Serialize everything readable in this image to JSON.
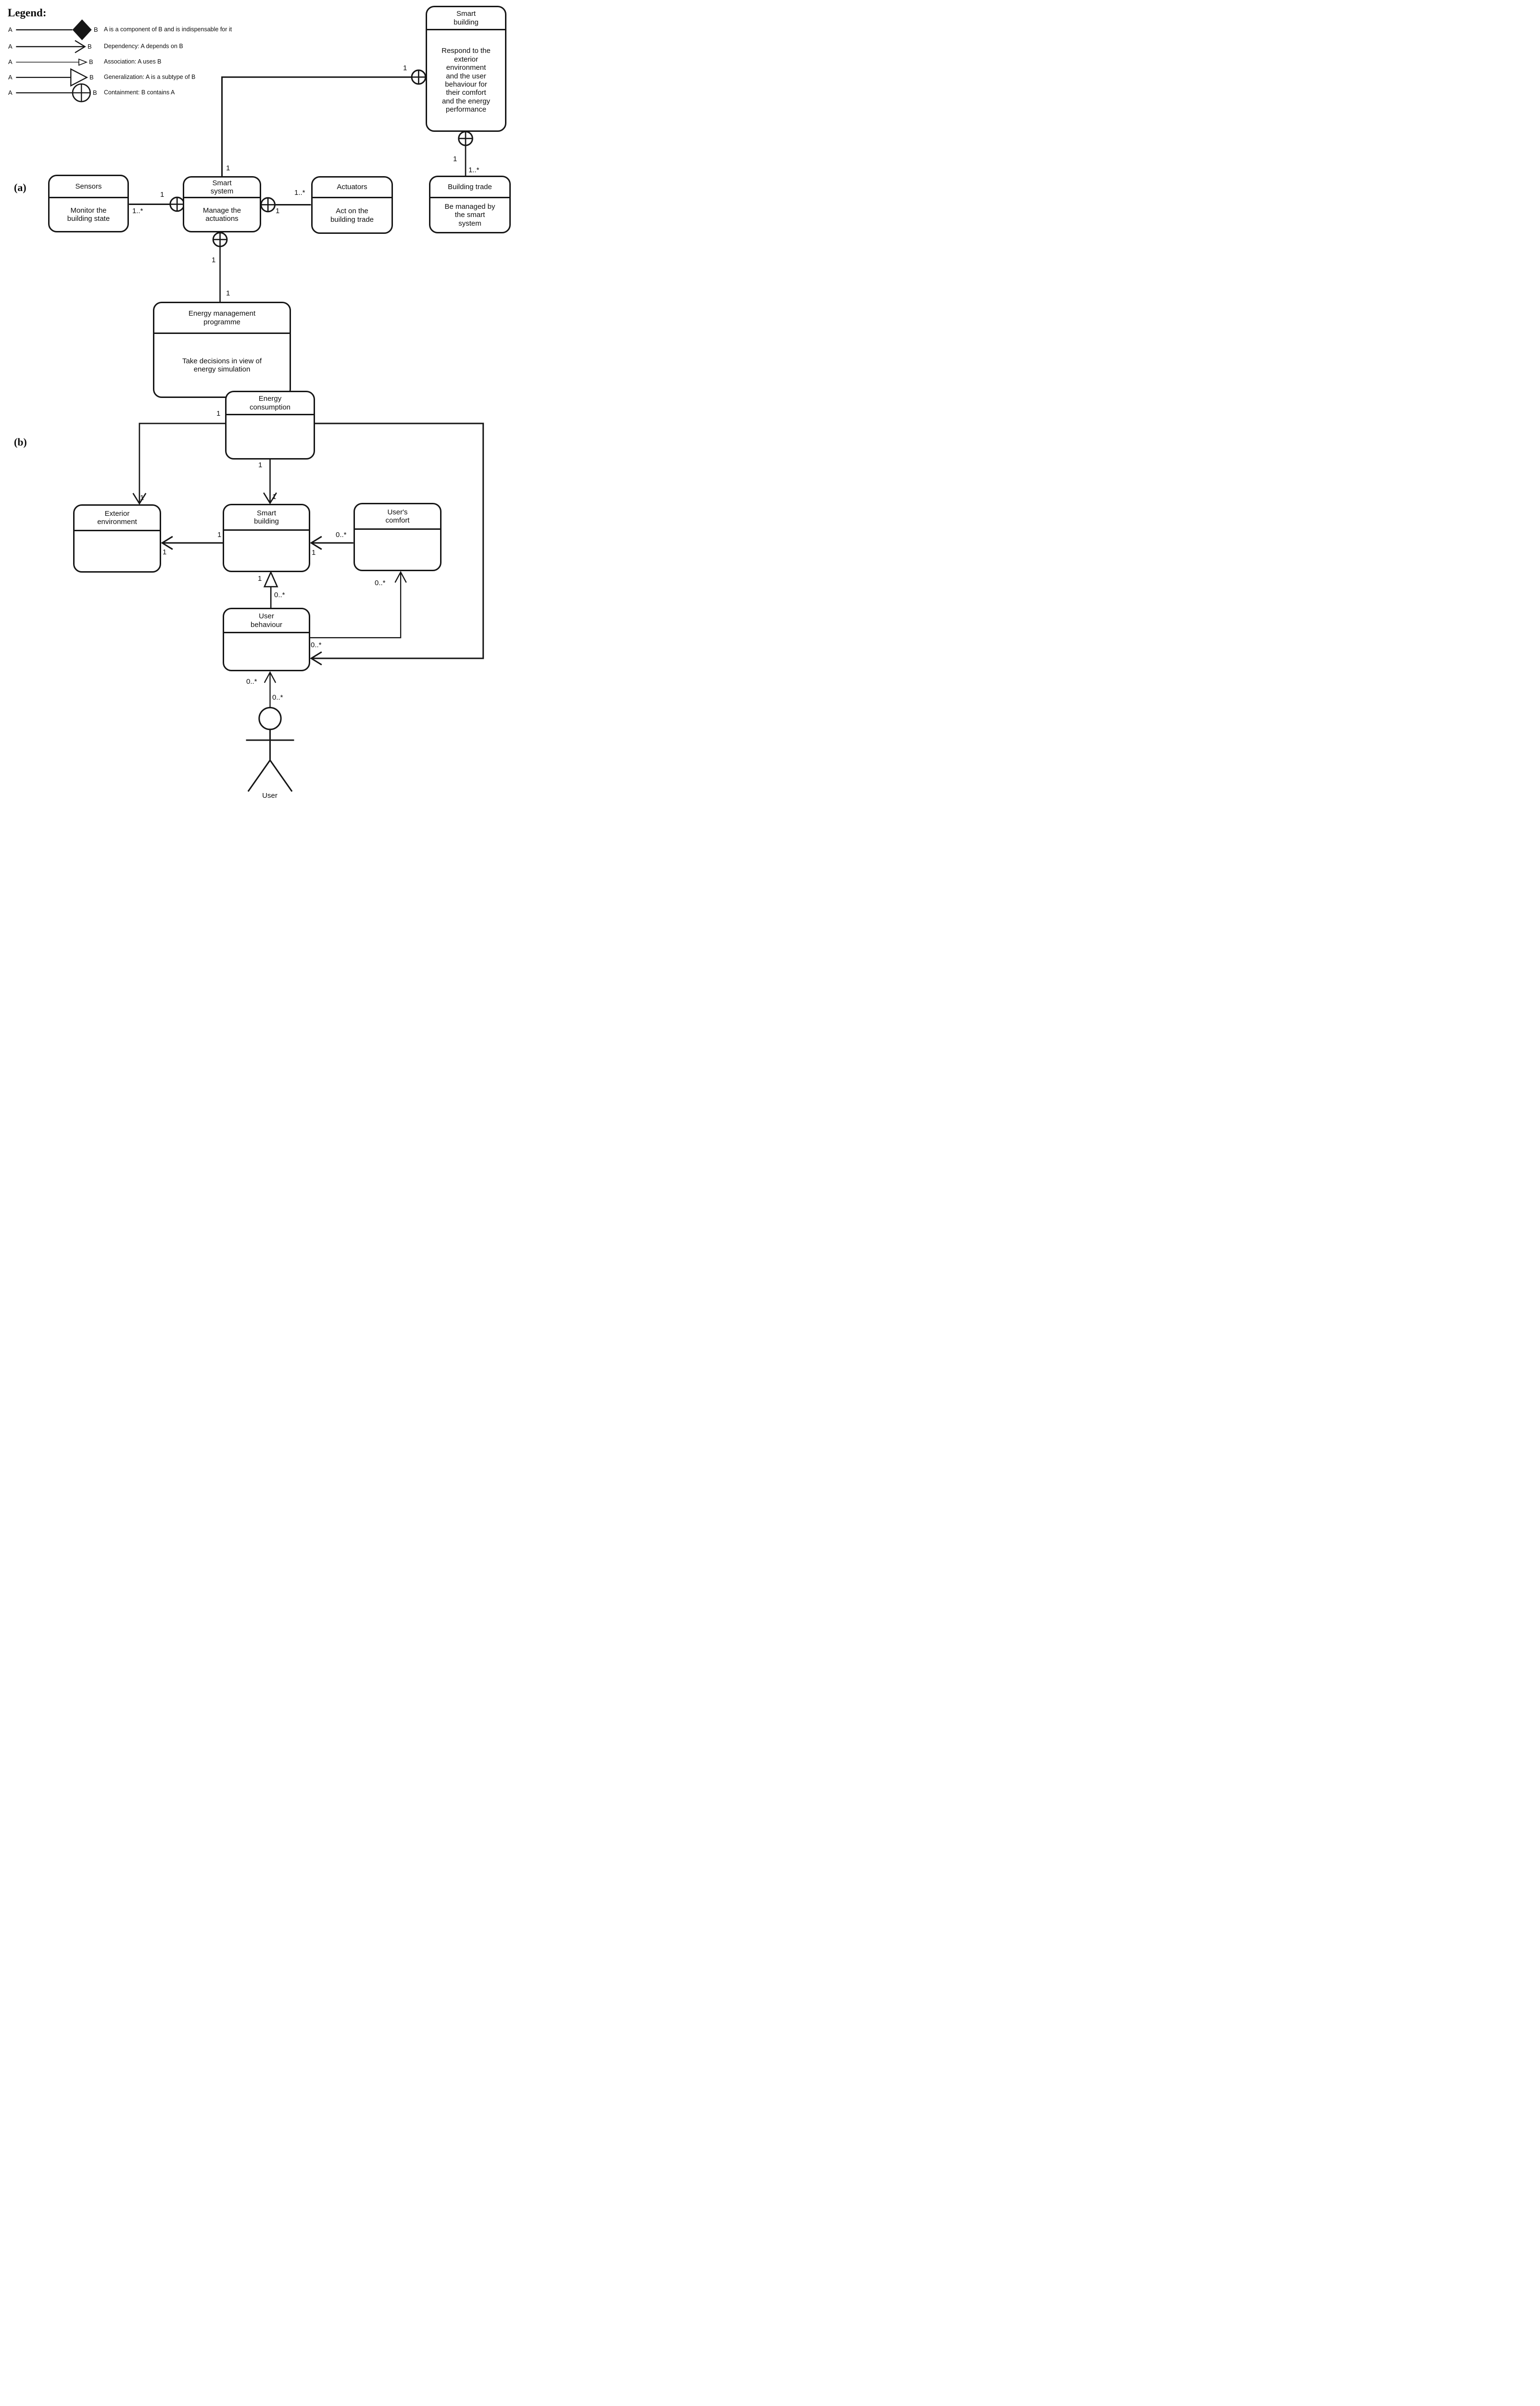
{
  "legend": {
    "title": "Legend:",
    "items": [
      {
        "from": "A",
        "to": "B",
        "symbol": "filled-diamond-icon",
        "description": "A is a component of B and is indispensable for it"
      },
      {
        "from": "A",
        "to": "B",
        "symbol": "open-arrow-icon",
        "description": "Dependency: A depends on B"
      },
      {
        "from": "A",
        "to": "B",
        "symbol": "small-triangle-icon",
        "description": "Association: A uses B"
      },
      {
        "from": "A",
        "to": "B",
        "symbol": "open-triangle-icon",
        "description": "Generalization: A is a subtype of B"
      },
      {
        "from": "A",
        "to": "B",
        "symbol": "circle-plus-icon",
        "description": "Containment: B contains A"
      }
    ]
  },
  "diagram_a": {
    "label": "(a)",
    "classes": {
      "smart_building": {
        "title": "Smart\nbuilding",
        "body": "Respond to the\nexterior\nenvironment\nand the user\nbehaviour for\ntheir comfort\nand the energy\nperformance"
      },
      "sensors": {
        "title": "Sensors",
        "body": "Monitor the\nbuilding state"
      },
      "smart_system": {
        "title": "Smart\nsystem",
        "body": "Manage the\nactuations"
      },
      "actuators": {
        "title": "Actuators",
        "body": "Act on the\nbuilding trade"
      },
      "building_trade": {
        "title": "Building trade",
        "body": "Be managed by\nthe smart\nsystem"
      },
      "energy_management_programme": {
        "title": "Energy management\nprogramme",
        "body": "Take decisions in view of\nenergy simulation"
      }
    },
    "rels": {
      "smart_system_contains_sensors": {
        "whole_mult": "1",
        "part_mult": "1..*"
      },
      "smart_system_contains_actuators": {
        "whole_mult": "1",
        "part_mult": "1..*"
      },
      "smart_building_contains_smart_system": {
        "whole_mult": "1",
        "part_mult": "1"
      },
      "smart_building_contains_building_trade": {
        "whole_mult": "1",
        "part_mult": "1..*"
      },
      "smart_system_contains_energy_management_programme": {
        "whole_mult": "1",
        "part_mult": "1"
      }
    }
  },
  "diagram_b": {
    "label": "(b)",
    "classes": {
      "energy_consumption": {
        "title": "Energy\nconsumption",
        "body": ""
      },
      "exterior_environment": {
        "title": "Exterior\nenvironment",
        "body": ""
      },
      "smart_building": {
        "title": "Smart\nbuilding",
        "body": ""
      },
      "users_comfort": {
        "title": "User's\ncomfort",
        "body": ""
      },
      "user_behaviour": {
        "title": "User\nbehaviour",
        "body": ""
      }
    },
    "actor_label": "User",
    "rels": {
      "energy_to_exterior": {
        "source_mult": "1",
        "target_mult": "1"
      },
      "energy_to_smart_building": {
        "source_mult": "1",
        "target_mult": "1"
      },
      "smart_building_to_exterior": {
        "source_mult": "1",
        "target_mult": "1"
      },
      "users_comfort_to_smart_building": {
        "source_mult": "0..*",
        "target_mult": "1"
      },
      "user_behaviour_to_smart_building": {
        "source_mult": "0..*",
        "target_mult": "1"
      },
      "user_behaviour_to_users_comfort": {
        "source_mult": "0..*",
        "target_mult": "0..*"
      },
      "user_to_user_behaviour": {
        "source_mult": "0..*",
        "target_mult": "0..*"
      }
    }
  }
}
